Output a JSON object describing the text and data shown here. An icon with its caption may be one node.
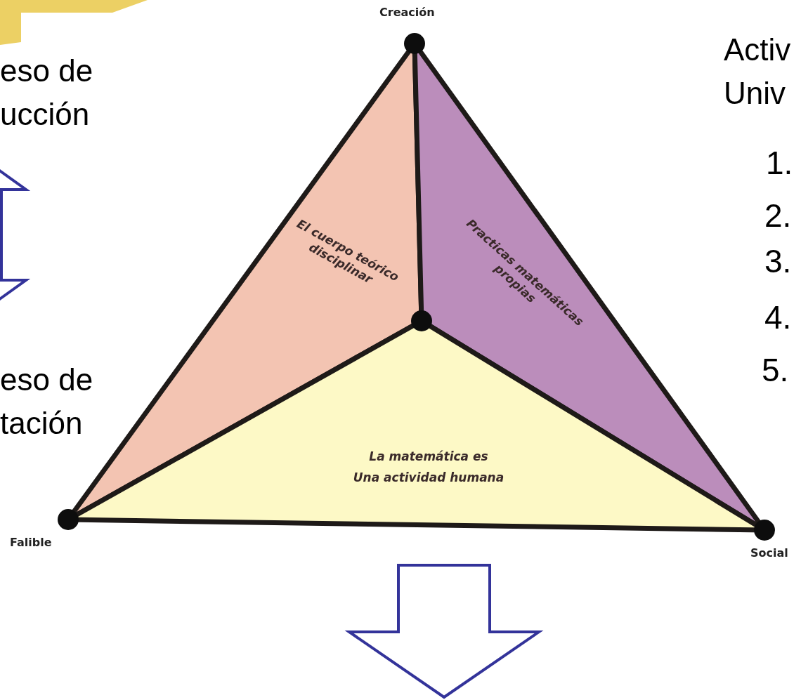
{
  "diagram": {
    "nodes": [
      {
        "text": [
          "eso de ucción"
        ]
      },
      {
        "text": [
          "eso de tación"
        ]
      },
      {
        "text": [
          "El cuerpo teórico disciplinar"
        ]
      },
      {
        "text": [
          "Practicas matemáticas propias"
        ]
      },
      {
        "text": [
          "La matemática es",
          "Una actividad humana"
        ]
      }
    ],
    "edges": [
      {
        "from": 0,
        "to": 1,
        "arrow": "both",
        "color": "#33339a"
      }
    ],
    "labels": [
      "Creación",
      "Activ Univ",
      "1.",
      "2.",
      "3.",
      "4.",
      "5.",
      "Falible",
      "Social"
    ]
  }
}
